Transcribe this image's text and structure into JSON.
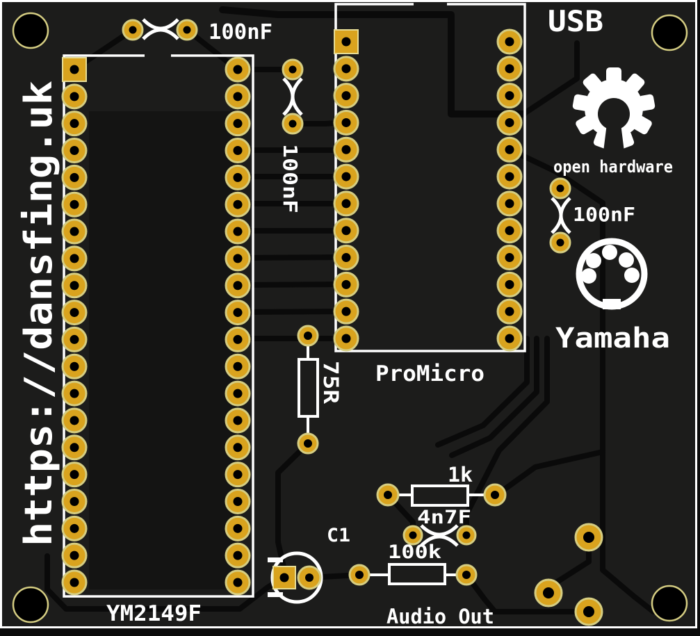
{
  "board": {
    "kind": "pcb-layout-render",
    "colors": {
      "substrate": "#1c1c1b",
      "copper_trace": "#0a0a0a",
      "silkscreen": "#ffffff",
      "pad_gold": "#d9a31e",
      "pad_ring": "#d5cd82",
      "drill_hole": "#000000",
      "board_edge": "#ffffff"
    },
    "mounting_holes": 4
  },
  "silkscreen": {
    "url": "https://dansfing.uk",
    "usb": "USB",
    "open_hardware": "open hardware",
    "yamaha": "Yamaha",
    "audio_out": "Audio Out"
  },
  "components": {
    "ym2149f": {
      "label": "YM2149F",
      "type": "DIP socket",
      "pins_per_side": 20,
      "total_pins": 40
    },
    "promicro": {
      "label": "ProMicro",
      "type": "DIP socket",
      "pins_per_side": 12,
      "total_pins": 24
    },
    "cap_top": {
      "value": "100nF"
    },
    "cap_middle": {
      "value": "100nF"
    },
    "cap_right": {
      "value": "100nF"
    },
    "res_75r": {
      "value": "75R"
    },
    "res_1k": {
      "value": "1k"
    },
    "cap_4n7f": {
      "value": "4n7F"
    },
    "res_100k": {
      "value": "100k"
    },
    "cap_c1": {
      "label": "C1"
    },
    "midi_din": {
      "pins": 5,
      "icon": "midi-din-5-icon"
    },
    "oshw_logo": {
      "icon": "open-hardware-gear-icon"
    }
  }
}
